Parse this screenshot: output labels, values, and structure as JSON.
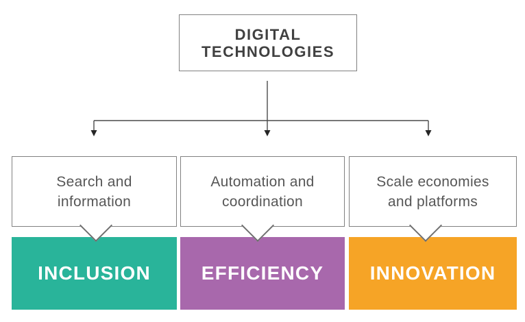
{
  "root": {
    "line1": "DIGITAL",
    "line2": "TECHNOLOGIES"
  },
  "columns": [
    {
      "mechanism_line1": "Search and",
      "mechanism_line2": "information",
      "outcome": "INCLUSION",
      "color": "#29b49a"
    },
    {
      "mechanism_line1": "Automation and",
      "mechanism_line2": "coordination",
      "outcome": "EFFICIENCY",
      "color": "#a868ac"
    },
    {
      "mechanism_line1": "Scale economies",
      "mechanism_line2": "and platforms",
      "outcome": "INNOVATION",
      "color": "#f6a426"
    }
  ],
  "colors": {
    "box_border": "#808080",
    "connector_line": "#4a4a4a",
    "title_text": "#404040",
    "mechanism_text": "#565656",
    "outcome_text": "#ffffff"
  }
}
